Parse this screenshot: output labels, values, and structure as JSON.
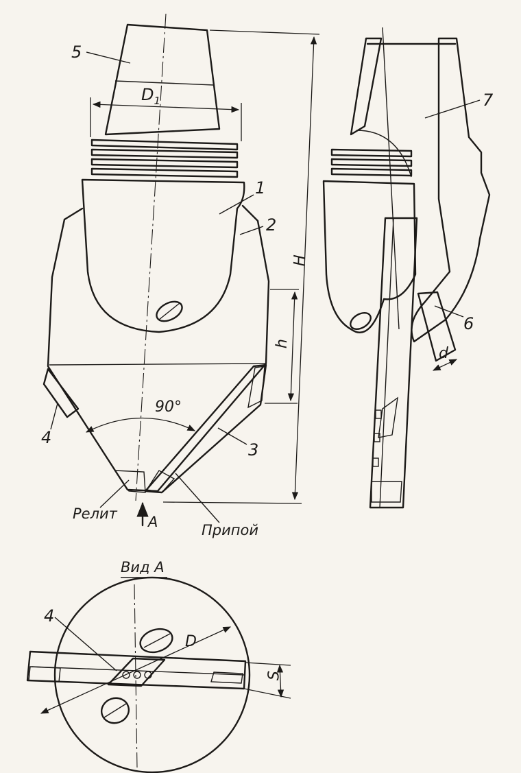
{
  "labels": {
    "n1": "1",
    "n2": "2",
    "n3": "3",
    "n4": "4",
    "n5": "5",
    "n6": "6",
    "n7": "7",
    "view_n4": "4"
  },
  "dimensions": {
    "D1": "D",
    "D1_sub": "1",
    "H": "H",
    "h": "h",
    "angle": "90°",
    "d": "d",
    "D": "D",
    "S": "S"
  },
  "callouts": {
    "relit": "Релит",
    "arrow_a": "A",
    "pripoy": "Припой",
    "view_a": "Вид А"
  },
  "colors": {
    "ink": "#1c1a18",
    "paper": "#f7f4ee"
  }
}
